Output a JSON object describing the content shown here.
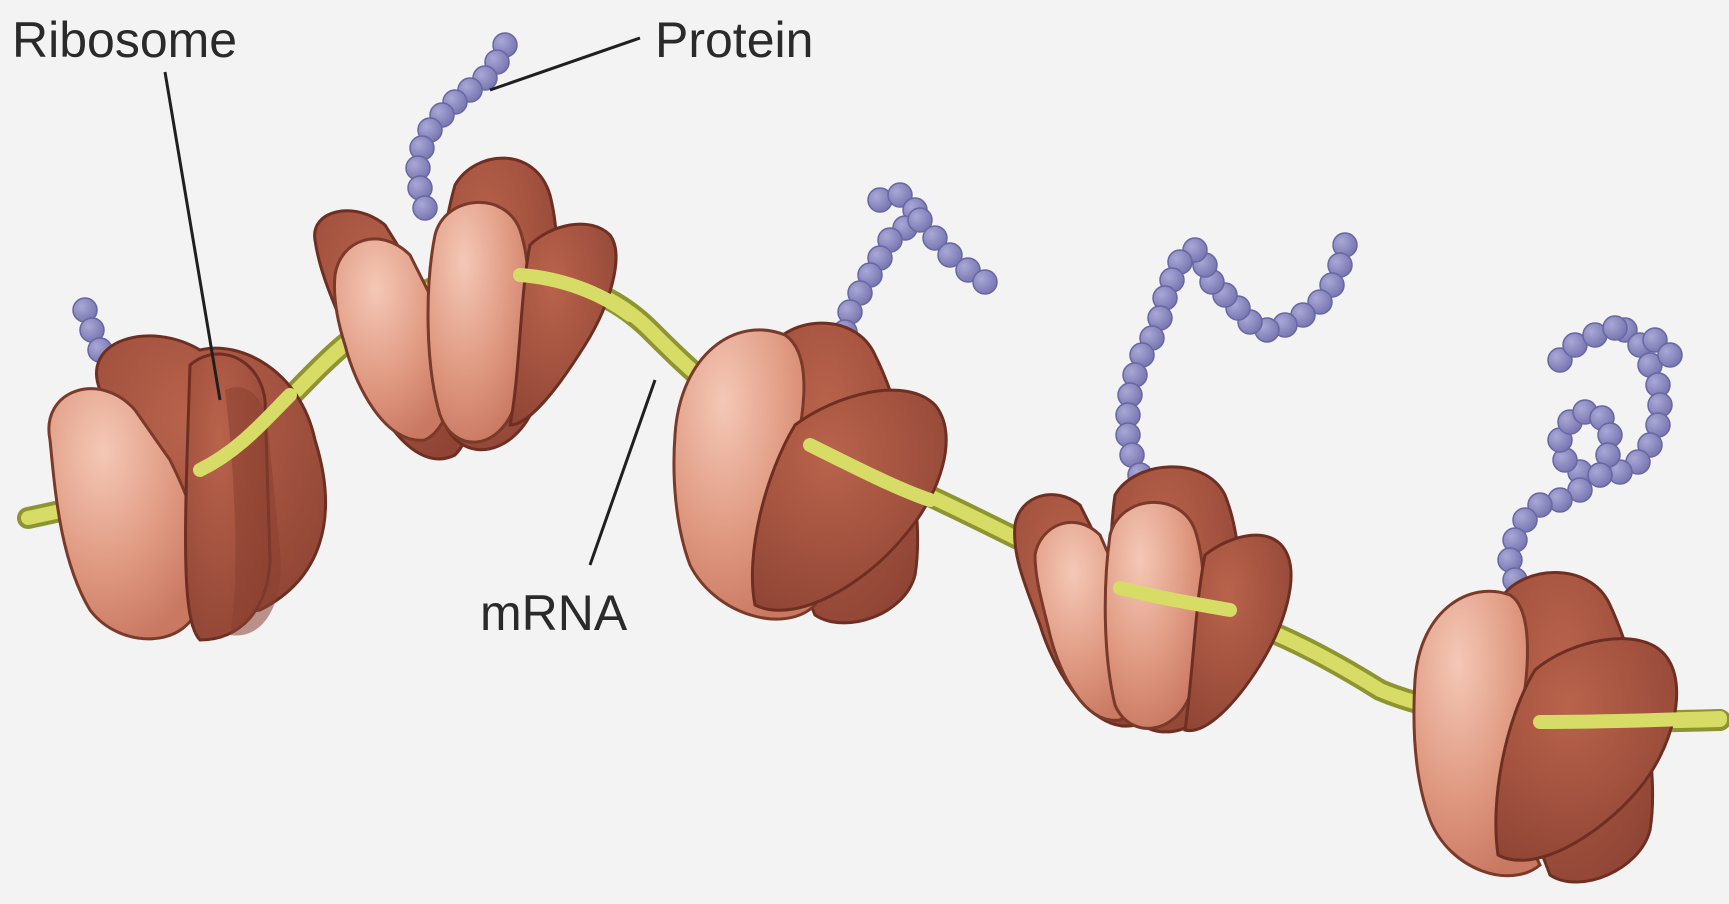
{
  "labels": {
    "ribosome": "Ribosome",
    "protein": "Protein",
    "mrna": "mRNA"
  },
  "colors": {
    "background": "#f3f3f3",
    "ribosome_dark": "#a4533f",
    "ribosome_light": "#e39e86",
    "mrna": "#cdd35a",
    "protein_bead": "#8a88bf"
  },
  "ribosome_count": 5
}
